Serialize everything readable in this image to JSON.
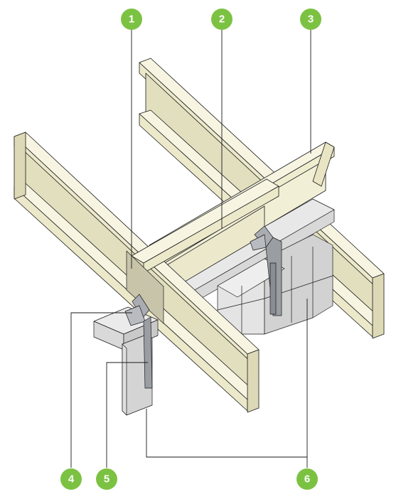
{
  "callouts": [
    {
      "label": "1"
    },
    {
      "label": "2"
    },
    {
      "label": "3"
    },
    {
      "label": "4"
    },
    {
      "label": "5"
    },
    {
      "label": "6"
    }
  ],
  "colors": {
    "callout_fill": "#7cc242",
    "timber_light": "#f3f0d4",
    "timber_side": "#e2dfbf",
    "timber_edge": "#f7f5e2",
    "masonry_top": "#e6e6e6",
    "masonry_side": "#d4d4d4",
    "hanger_metal": "#9a9ea3",
    "plate": "#c8c4aa",
    "line": "#1a1a1a"
  }
}
